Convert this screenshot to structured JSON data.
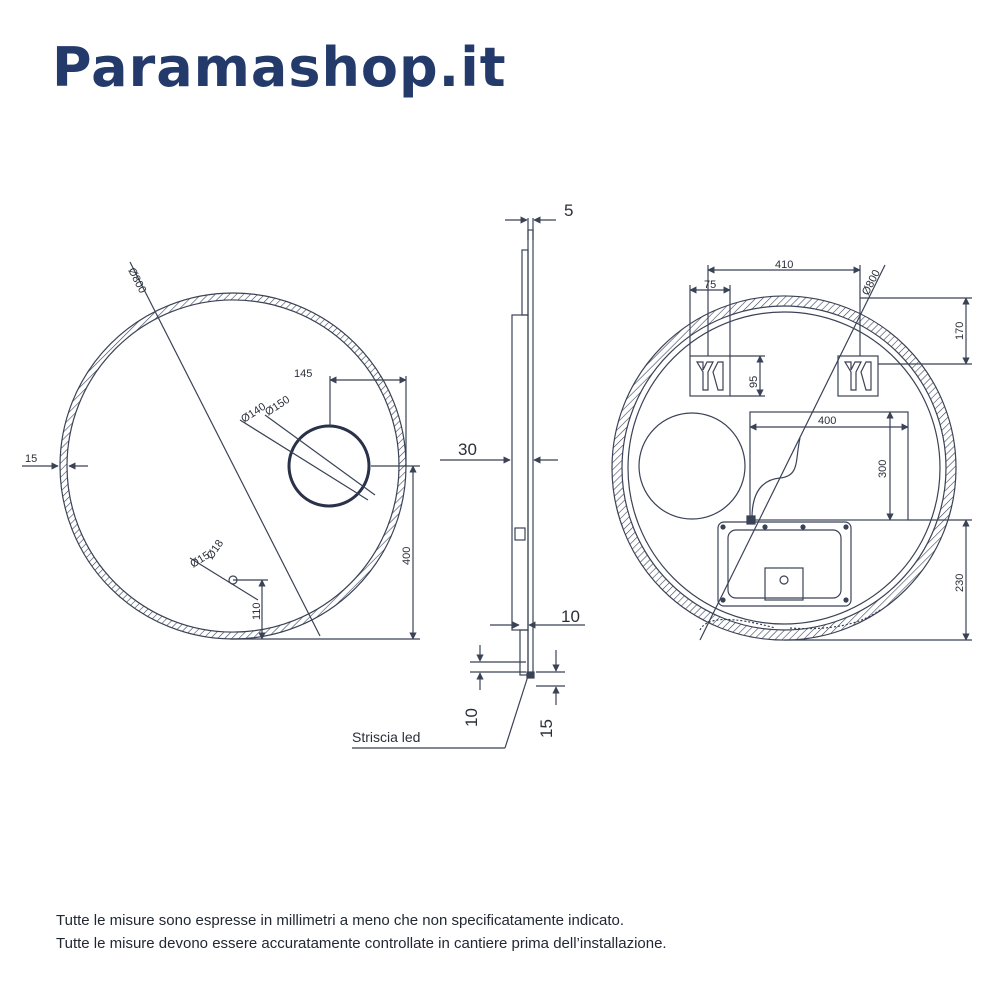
{
  "brand": {
    "name": "Paramashop.it"
  },
  "front_view": {
    "diameter_outer": "Ø800",
    "lens_outer": "Ø150",
    "lens_inner": "Ø140",
    "lens_offset": "145",
    "side_offset": "15",
    "switch_outer": "Ø18",
    "switch_inner": "Ø15",
    "height_to_lens": "400",
    "switch_height": "110"
  },
  "side_view": {
    "thickness_top": "5",
    "depth": "30",
    "bottom_depth": "10",
    "strip_height": "10",
    "strip_gap": "15",
    "led_label": "Striscia led"
  },
  "back_view": {
    "bracket_spacing": "410",
    "bracket_width": "75",
    "diameter": "Ø800",
    "top_offset": "170",
    "bracket_height": "95",
    "box_width": "400",
    "box_height": "300",
    "bottom_offset": "230"
  },
  "notes": [
    "Tutte le misure sono espresse in millimetri a meno che non specificatamente indicato.",
    "Tutte le misure devono essere accuratamente controllate in cantiere prima dell’installazione."
  ],
  "colors": {
    "brand": "#233a6b",
    "line": "#3a4256"
  }
}
